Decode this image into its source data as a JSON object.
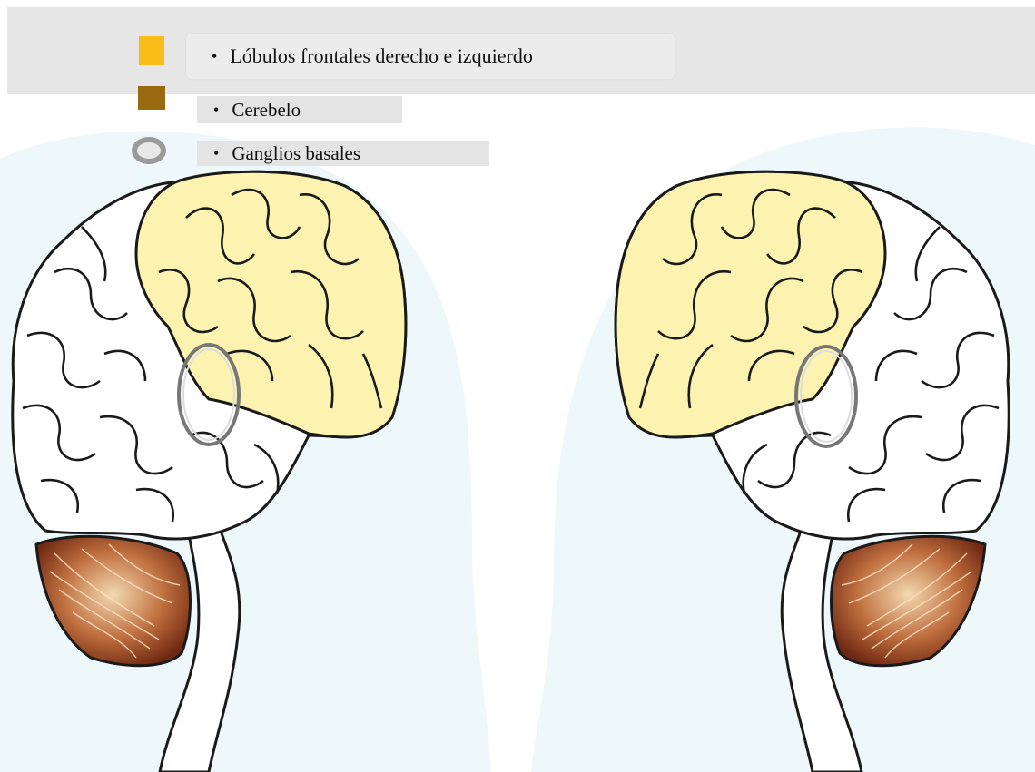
{
  "legend": {
    "items": [
      {
        "label": "Lóbulos frontales derecho e izquierdo",
        "color": "#f9bd1a",
        "marker": "square-swatch"
      },
      {
        "label": "Cerebelo",
        "color": "#9a6a10",
        "marker": "square-swatch"
      },
      {
        "label": "Ganglios basales",
        "color": "#9a9a9a",
        "marker": "ring-swatch"
      }
    ],
    "bullet": "•"
  },
  "colors": {
    "frontal_lobe": "#fdf3b0",
    "cerebellum": "#8b3a1e",
    "head_silhouette": "#eef8fb",
    "basal_ganglia_ring": "#777777"
  }
}
